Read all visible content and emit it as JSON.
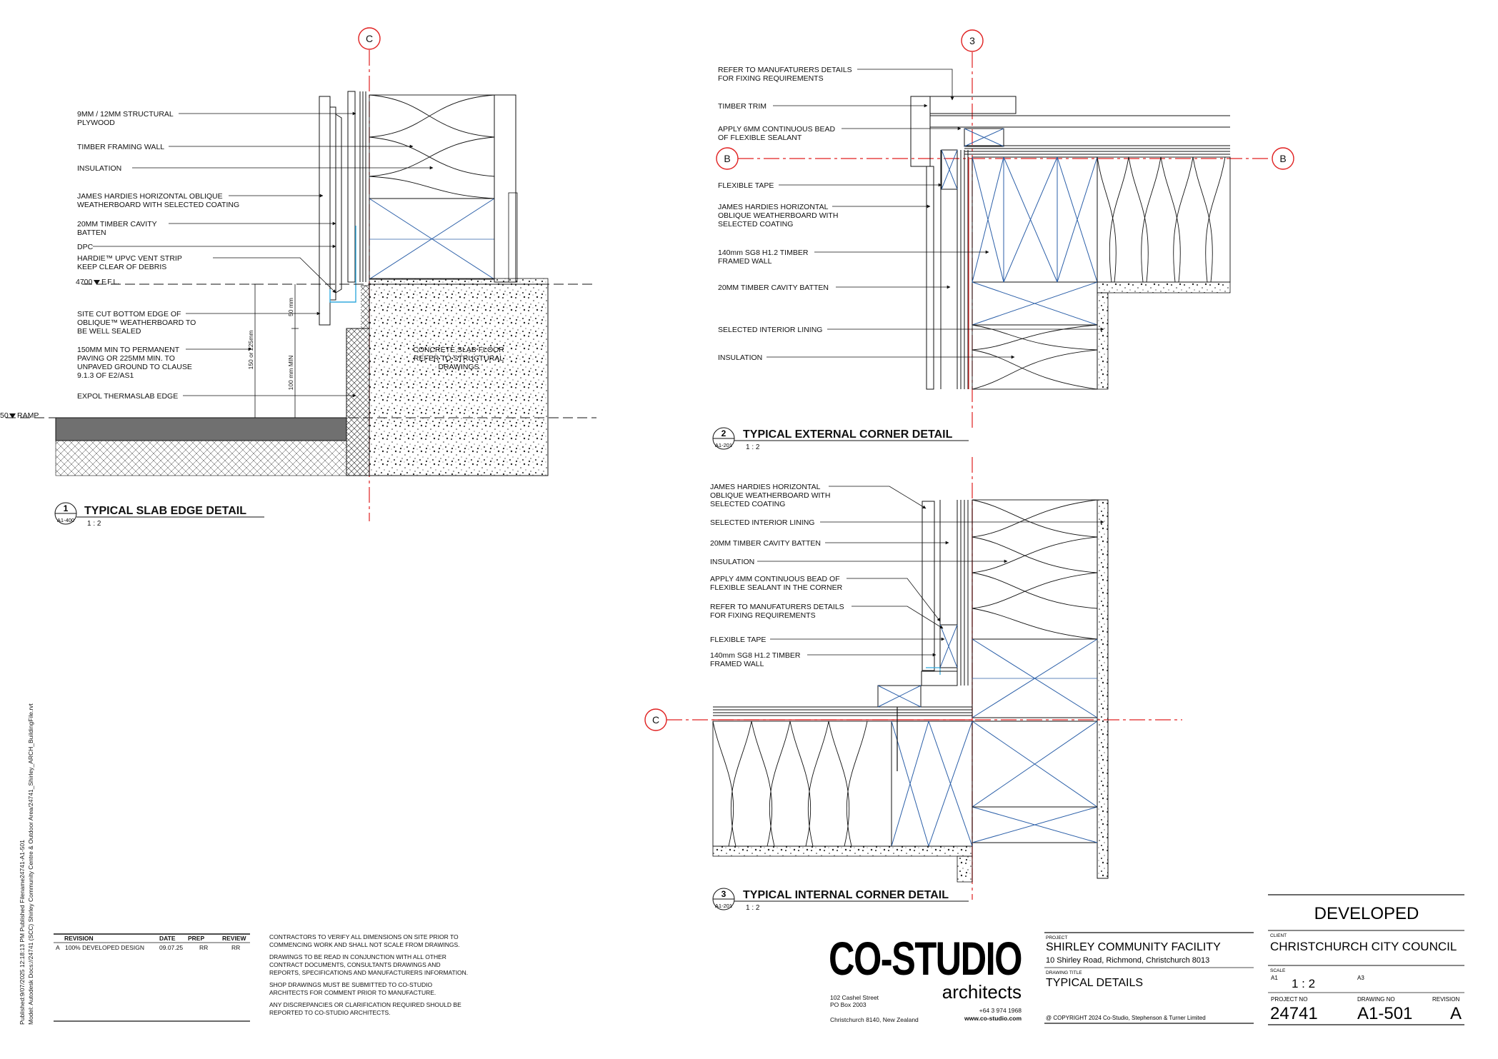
{
  "detail1": {
    "grid_ref": "C",
    "labels": [
      "9MM / 12MM STRUCTURAL",
      "PLYWOOD",
      "TIMBER FRAMING WALL",
      "INSULATION",
      "JAMES HARDIES HORIZONTAL OBLIQUE",
      "WEATHERBOARD WITH SELECTED COATING",
      "20MM TIMBER CAVITY",
      "BATTEN",
      "DPC",
      "HARDIE™ UPVC VENT STRIP",
      "KEEP CLEAR OF DEBRIS",
      "SITE CUT BOTTOM EDGE OF",
      "OBLIQUE™ WEATHERBOARD TO",
      "BE WELL SEALED",
      "150MM MIN TO PERMANENT",
      "PAVING OR 225MM MIN. TO",
      "UNPAVED GROUND TO CLAUSE",
      "9.1.3 OF E2/AS1",
      "EXPOL THERMASLAB EDGE"
    ],
    "ffl_level": "4700",
    "ffl_label": "F.F.L.",
    "ramp_level": "50",
    "ramp_label": "RAMP",
    "dim_50": "50 mm",
    "dim_100": "100 mm MIN",
    "dim_150": "150 or 225mm",
    "slab_note": [
      "CONCRETE SLAB FLOOR",
      "REFER TO STRUCTURAL",
      "DRAWINGS"
    ],
    "number": "1",
    "sheet_ref": "A1-400",
    "title": "TYPICAL SLAB EDGE DETAIL",
    "scale": "1 : 2"
  },
  "detail2": {
    "grid_ref_top": "3",
    "grid_ref_left": "B",
    "grid_ref_right": "B",
    "labels": [
      "REFER TO MANUFATURERS DETAILS",
      "FOR FIXING REQUIREMENTS",
      "TIMBER TRIM",
      "APPLY 6MM CONTINUOUS BEAD",
      "OF FLEXIBLE SEALANT",
      "FLEXIBLE TAPE",
      "JAMES HARDIES HORIZONTAL",
      "OBLIQUE WEATHERBOARD WITH",
      "SELECTED COATING",
      "140mm SG8 H1.2 TIMBER",
      "FRAMED WALL",
      "20MM TIMBER CAVITY BATTEN",
      "SELECTED INTERIOR LINING",
      "INSULATION"
    ],
    "number": "2",
    "sheet_ref": "A1-201",
    "title": "TYPICAL EXTERNAL CORNER DETAIL",
    "scale": "1 : 2"
  },
  "detail3": {
    "grid_ref": "C",
    "labels": [
      "JAMES HARDIES HORIZONTAL",
      "OBLIQUE WEATHERBOARD WITH",
      "SELECTED COATING",
      "SELECTED INTERIOR LINING",
      "20MM TIMBER CAVITY BATTEN",
      "INSULATION",
      "APPLY 4MM CONTINUOUS BEAD OF",
      "FLEXIBLE SEALANT IN THE CORNER",
      "REFER TO MANUFATURERS DETAILS",
      "FOR FIXING REQUIREMENTS",
      "FLEXIBLE TAPE",
      "140mm SG8 H1.2 TIMBER",
      "FRAMED WALL"
    ],
    "number": "3",
    "sheet_ref": "A1-201",
    "title": "TYPICAL INTERNAL CORNER DETAIL",
    "scale": "1 : 2"
  },
  "revision_table": {
    "headers": [
      "REVISION",
      "DATE",
      "PREP",
      "REVIEW"
    ],
    "rows": [
      [
        "A",
        "100% DEVELOPED DESIGN",
        "09.07.25",
        "RR",
        "RR"
      ]
    ]
  },
  "notes": [
    "CONTRACTORS TO VERIFY ALL DIMENSIONS ON SITE PRIOR TO",
    "COMMENCING WORK AND SHALL NOT SCALE FROM DRAWINGS.",
    "",
    "DRAWINGS TO BE READ IN CONJUNCTION WITH ALL OTHER",
    "CONTRACT DOCUMENTS, CONSULTANTS DRAWINGS AND",
    "REPORTS, SPECIFICATIONS AND MANUFACTURERS INFORMATION.",
    "",
    "SHOP DRAWINGS MUST BE SUBMITTED TO CO-STUDIO",
    "ARCHITECTS FOR COMMENT PRIOR TO MANUFACTURE.",
    "",
    "ANY DISCREPANCIES OR CLARIFICATION REQUIRED SHOULD BE",
    "REPORTED TO CO-STUDIO ARCHITECTS."
  ],
  "published": [
    "Published:9/07/2025 12:18:13 PM      Published Filename24741-A1-501",
    "Model: Autodesk Docs://24741 (SCC) Shirley Community Centre & Outdoor Area/24741_Shirley_ARCH_BuildingFile.rvt"
  ],
  "firm": {
    "logo": "CO-STUDIO",
    "subtitle": "architects",
    "address1": "102 Cashel Street",
    "address2": "PO Box 2003",
    "address3": "Christchurch 8140, New Zealand",
    "phone": "+64 3 974 1968",
    "web": "www.co-studio.com"
  },
  "title_block": {
    "project_label": "PROJECT",
    "project_name": "SHIRLEY COMMUNITY FACILITY",
    "project_address": "10 Shirley Road, Richmond, Christchurch 8013",
    "drawing_title_label": "DRAWING TITLE",
    "drawing_title": "TYPICAL DETAILS",
    "copyright": "@ COPYRIGHT 2024 Co-Studio, Stephenson & Turner Limited",
    "status": "DEVELOPED",
    "client_label": "CLIENT",
    "client": "CHRISTCHURCH CITY COUNCIL",
    "scale_label": "SCALE",
    "scale_size": "A1",
    "scale_value": "1 : 2",
    "scale_size_alt": "A3",
    "project_no_label": "PROJECT NO",
    "project_no": "24741",
    "drawing_no_label": "DRAWING NO",
    "drawing_no": "A1-501",
    "revision_label": "REVISION",
    "revision": "A"
  },
  "colors": {
    "grid_line": "#e02020",
    "batt_line": "#2b5fa8",
    "sealant": "#33aadd",
    "ink": "#111111",
    "paving": "#707070"
  }
}
